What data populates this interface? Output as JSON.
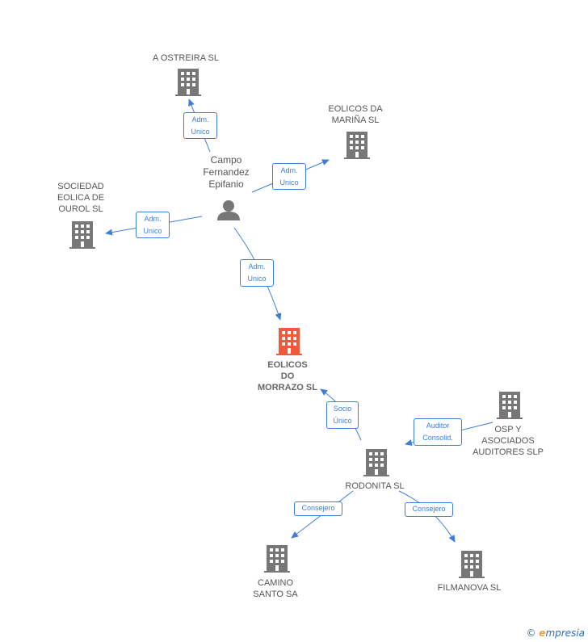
{
  "colors": {
    "edge": "#3d7fd8",
    "building": "#777777",
    "main_building": "#f05a3a",
    "person": "#777777",
    "label": "#555555"
  },
  "nodes": {
    "a_ostreira": {
      "name": "A OSTREIRA SL",
      "icon": "building-icon"
    },
    "eolicos_marina": {
      "name": "EOLICOS DA\nMARIÑA SL",
      "icon": "building-icon"
    },
    "sociedad_eolica": {
      "name": "SOCIEDAD\nEOLICA DE\nOUROL SL",
      "icon": "building-icon"
    },
    "campo": {
      "name": "Campo\nFernandez\nEpifanio",
      "icon": "person-icon"
    },
    "eolicos_morrazo": {
      "name": "EOLICOS\nDO\nMORRAZO SL",
      "icon": "building-icon"
    },
    "osp": {
      "name": "OSP Y\nASOCIADOS\nAUDITORES  SLP",
      "icon": "building-icon"
    },
    "rodonita": {
      "name": "RODONITA SL",
      "icon": "building-icon"
    },
    "camino": {
      "name": "CAMINO\nSANTO SA",
      "icon": "building-icon"
    },
    "filmanova": {
      "name": "FILMANOVA SL",
      "icon": "building-icon"
    }
  },
  "edges": {
    "campo_ostreira": "Adm.\nUnico",
    "campo_marina": "Adm.\nUnico",
    "campo_sociedad": "Adm.\nUnico",
    "campo_morrazo": "Adm.\nUnico",
    "rodonita_morrazo": "Socio\nÚnico",
    "osp_rodonita": "Auditor\nConsolid.",
    "rodonita_camino": "Consejero",
    "rodonita_filmanova": "Consejero"
  },
  "footer": {
    "copyright": "©",
    "e_letter": "e",
    "brand": "mpresia"
  }
}
